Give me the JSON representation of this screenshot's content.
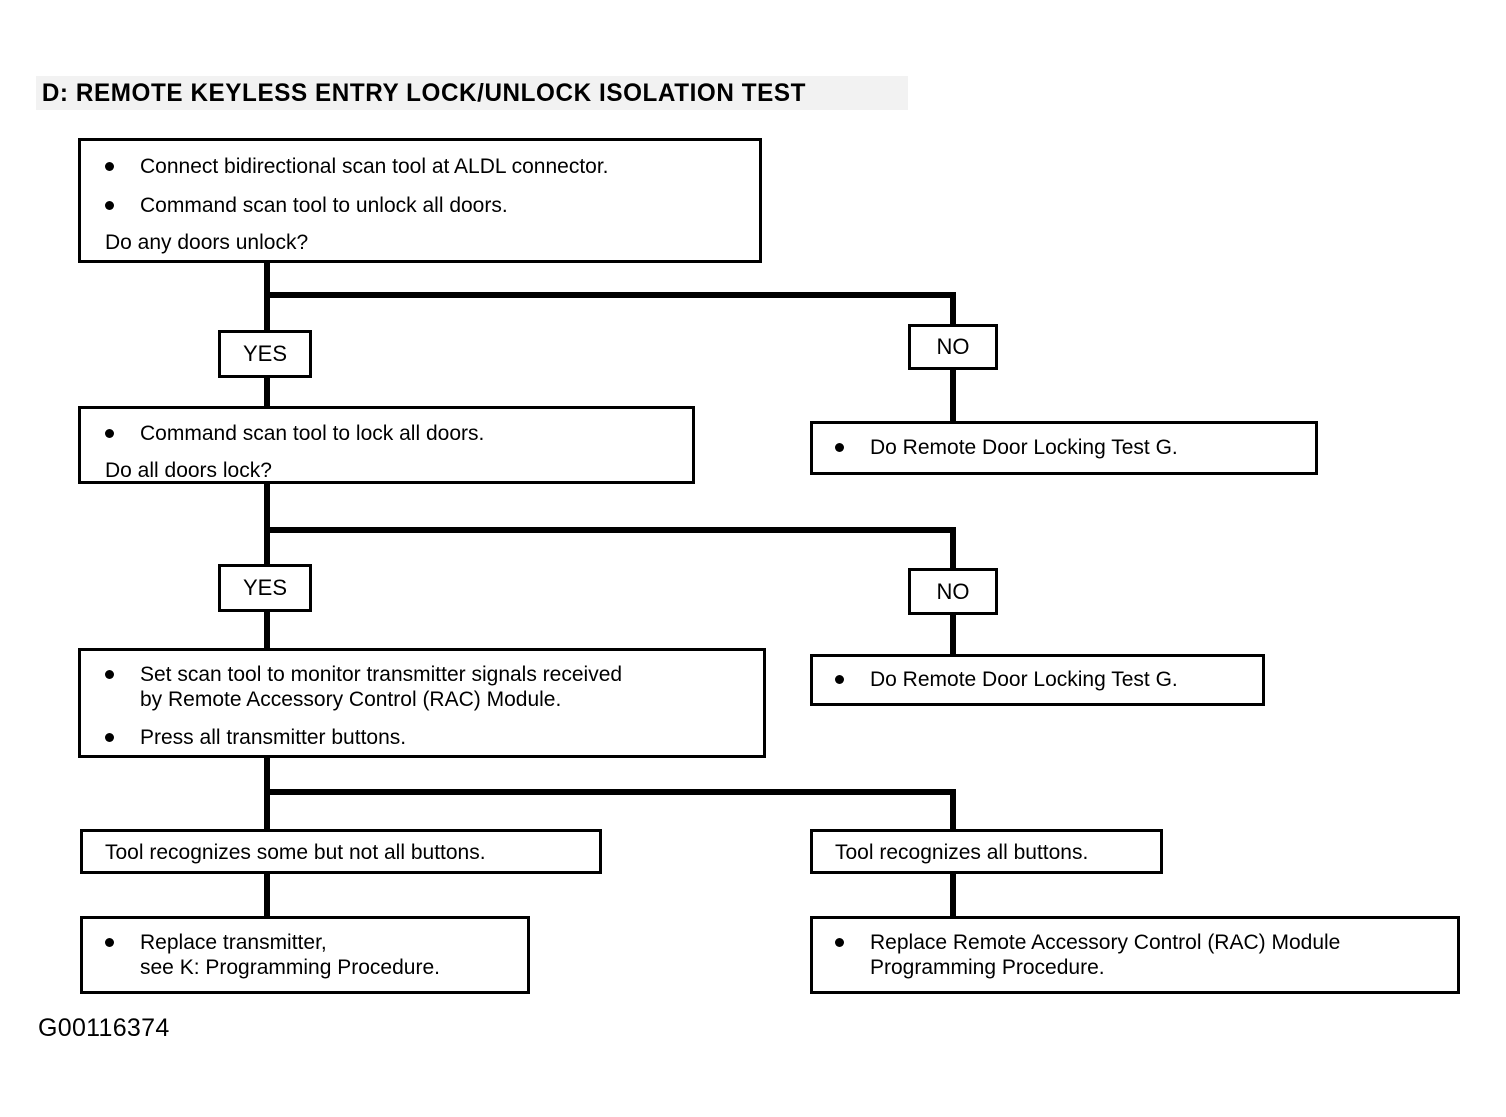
{
  "title": "D: REMOTE KEYLESS ENTRY LOCK/UNLOCK ISOLATION TEST",
  "figure_id": "G00116374",
  "colors": {
    "ink": "#000000",
    "paper": "#ffffff",
    "title_band": "#f2f2f2"
  },
  "nodes": {
    "step1": {
      "bullets": [
        "Connect bidirectional scan tool at ALDL connector.",
        "Command scan tool to unlock all doors."
      ],
      "question": "Do any doors unlock?"
    },
    "branch1": {
      "yes": "YES",
      "no": "NO"
    },
    "step2": {
      "bullets": [
        "Command scan tool to lock all doors."
      ],
      "question": "Do all doors lock?"
    },
    "result1_no": {
      "bullets": [
        "Do Remote Door Locking Test G."
      ]
    },
    "branch2": {
      "yes": "YES",
      "no": "NO"
    },
    "step3": {
      "bullets": [
        "Set scan tool to monitor transmitter signals received by Remote Accessory Control (RAC) Module.",
        "Press all transmitter buttons."
      ],
      "bullet1_line1": "Set scan tool to monitor transmitter signals received",
      "bullet1_line2": "by Remote Accessory Control (RAC) Module.",
      "bullet2_line1": "Press all transmitter buttons."
    },
    "result2_no": {
      "bullets": [
        "Do Remote Door Locking Test G."
      ]
    },
    "outcome_partial": {
      "text": "Tool recognizes some but not all buttons."
    },
    "outcome_all": {
      "text": "Tool recognizes all buttons."
    },
    "action_partial": {
      "line1": "Replace transmitter,",
      "line2": "see K: Programming  Procedure."
    },
    "action_all": {
      "line1": "Replace Remote Accessory Control (RAC) Module",
      "line2": "Programming Procedure."
    }
  }
}
